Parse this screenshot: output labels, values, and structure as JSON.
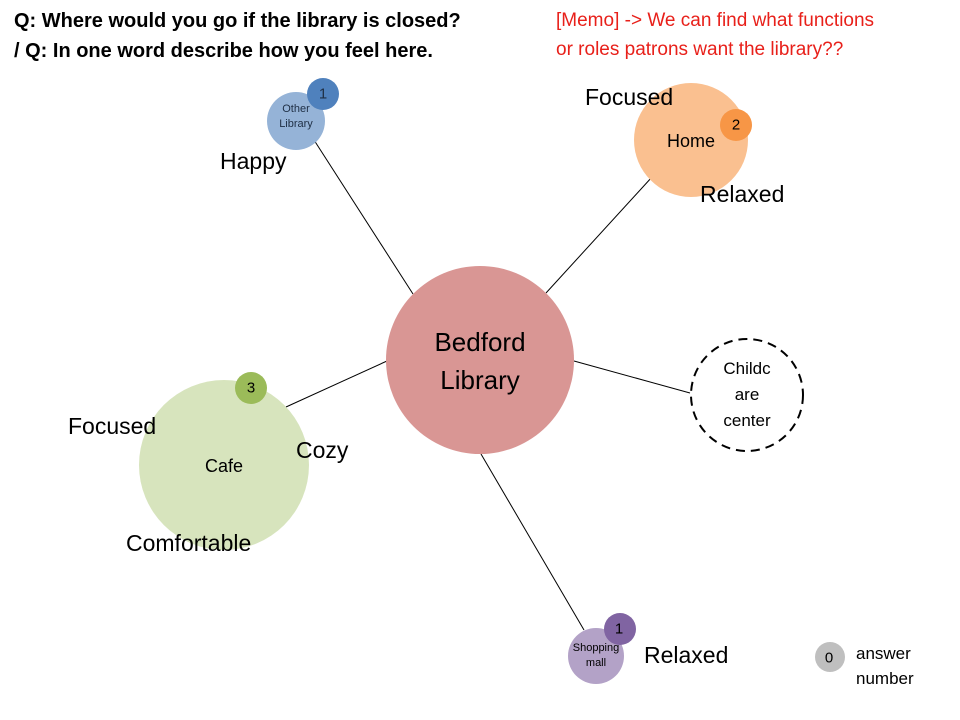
{
  "questions": {
    "line1": "Q: Where would you go if the library is closed?",
    "line2": "/ Q: In one word describe how you feel here."
  },
  "memo": {
    "line1": "[Memo] -> We can find what functions",
    "line2": "or roles patrons want the library??"
  },
  "center": {
    "line1": "Bedford",
    "line2": "Library",
    "color": "#d99694"
  },
  "nodes": {
    "other_library": {
      "line1": "Other",
      "line2": "Library",
      "count": "1",
      "color": "#95b3d7",
      "badge_color": "#4f81bd"
    },
    "home": {
      "label": "Home",
      "count": "2",
      "color": "#fac090",
      "badge_color": "#f79646"
    },
    "cafe": {
      "label": "Cafe",
      "count": "3",
      "color": "#d7e4bd",
      "badge_color": "#9bbb59"
    },
    "shopping_mall": {
      "line1": "Shopping",
      "line2": "mall",
      "count": "1",
      "color": "#b3a2c7",
      "badge_color": "#8064a2"
    },
    "childcare": {
      "line1": "Childc",
      "line2": "are",
      "line3": "center"
    }
  },
  "feelings": {
    "happy": "Happy",
    "home_focused": "Focused",
    "home_relaxed": "Relaxed",
    "cafe_focused": "Focused",
    "cafe_cozy": "Cozy",
    "cafe_comfortable": "Comfortable",
    "mall_relaxed": "Relaxed"
  },
  "legend": {
    "badge": "0",
    "line1": "answer",
    "line2": "number",
    "badge_color": "#bfbfbf"
  }
}
